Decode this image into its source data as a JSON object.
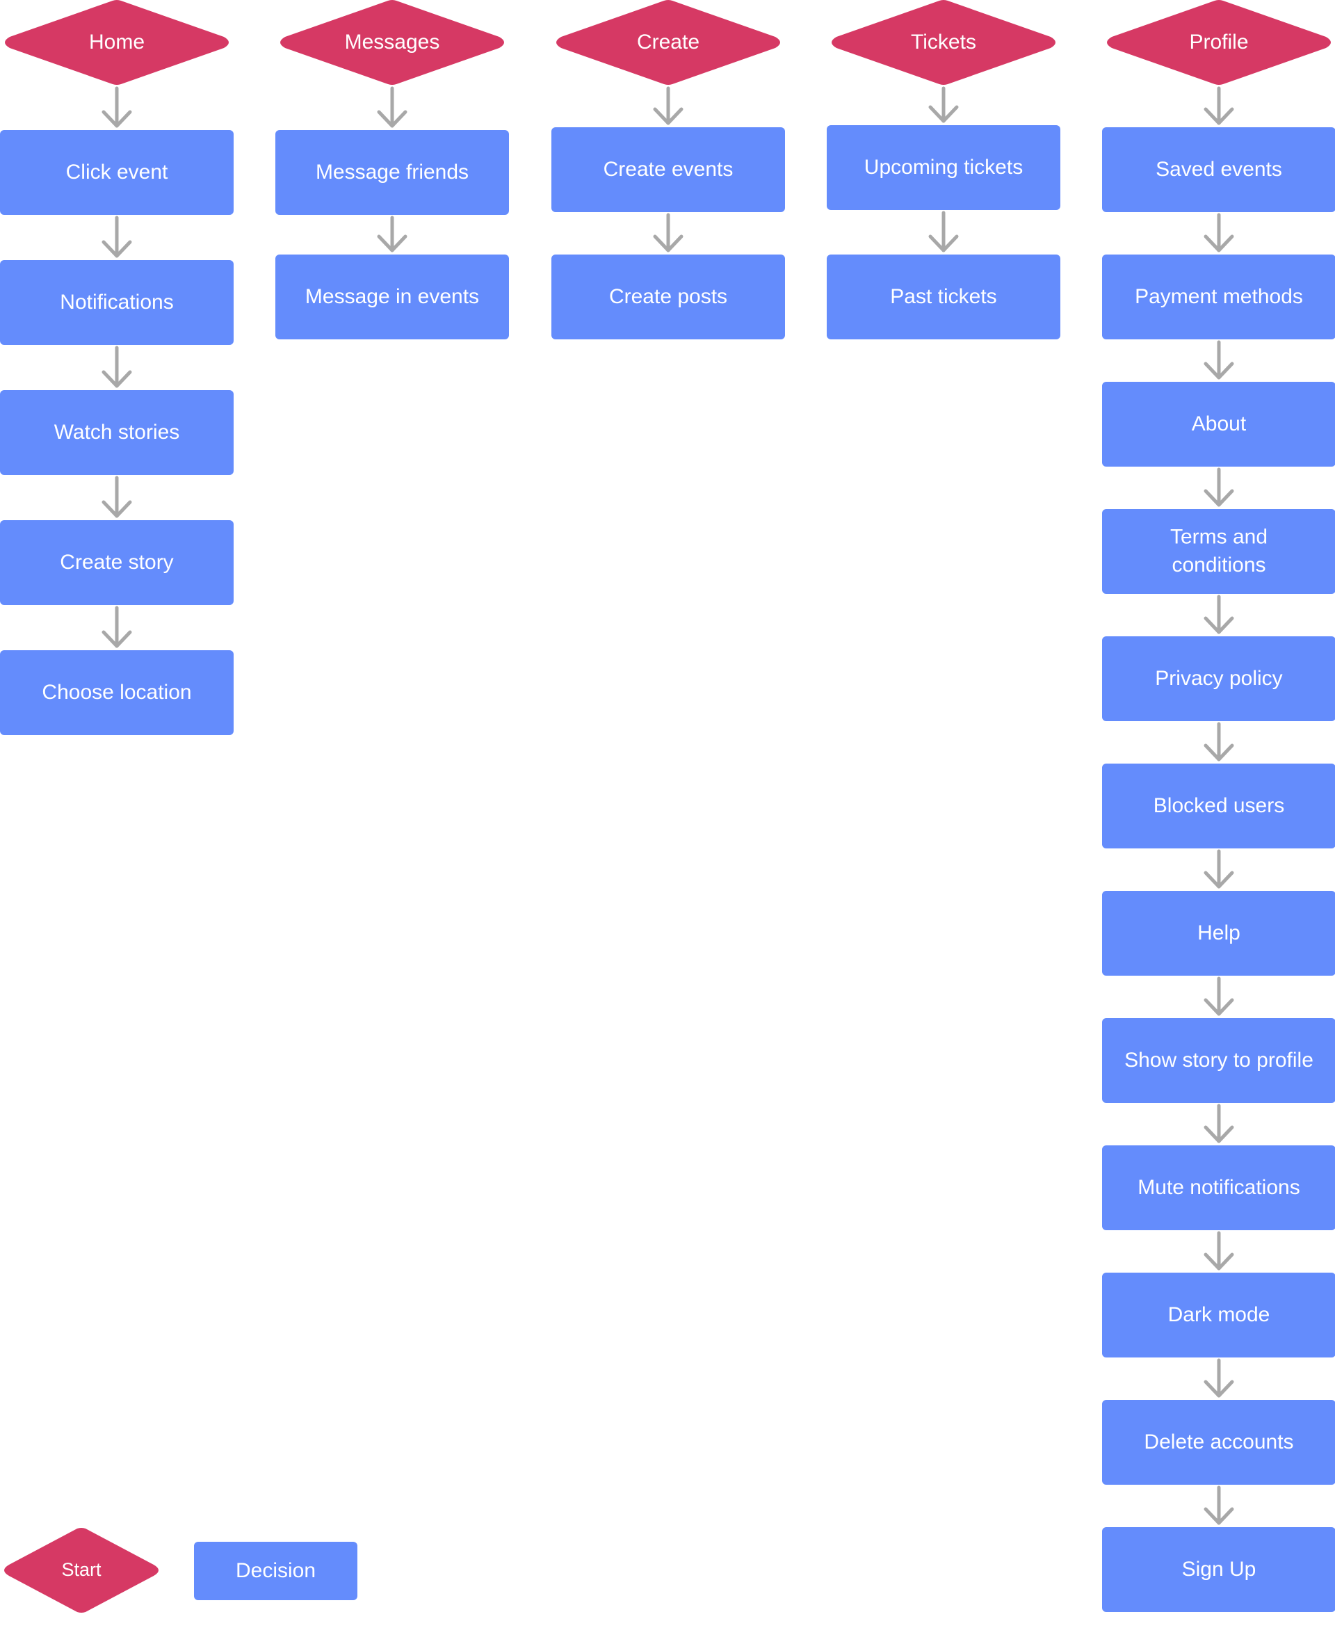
{
  "colors": {
    "start_fill": "#D63964",
    "step_fill": "#648CFC",
    "arrow": "#A8A8A8",
    "text": "#FFFFFF",
    "background": "#FFFFFF"
  },
  "columns": [
    {
      "id": "home",
      "start": "Home",
      "steps": [
        [
          "Click event"
        ],
        [
          "Notifications"
        ],
        [
          "Watch stories"
        ],
        [
          "Create story"
        ],
        [
          "Choose location"
        ]
      ]
    },
    {
      "id": "messages",
      "start": "Messages",
      "steps": [
        [
          "Message friends"
        ],
        [
          "Message in events"
        ]
      ]
    },
    {
      "id": "create",
      "start": "Create",
      "steps": [
        [
          "Create events"
        ],
        [
          "Create posts"
        ]
      ]
    },
    {
      "id": "tickets",
      "start": "Tickets",
      "steps": [
        [
          "Upcoming tickets"
        ],
        [
          "Past tickets"
        ]
      ]
    },
    {
      "id": "profile",
      "start": "Profile",
      "steps": [
        [
          "Saved events"
        ],
        [
          "Payment methods"
        ],
        [
          "About"
        ],
        [
          "Terms and",
          "conditions"
        ],
        [
          "Privacy policy"
        ],
        [
          "Blocked users"
        ],
        [
          "Help"
        ],
        [
          "Show story to profile"
        ],
        [
          "Mute notifications"
        ],
        [
          "Dark mode"
        ],
        [
          "Delete accounts"
        ],
        [
          "Sign Up"
        ]
      ]
    }
  ],
  "legend": {
    "start_label": "Start",
    "step_label": "Decision"
  }
}
